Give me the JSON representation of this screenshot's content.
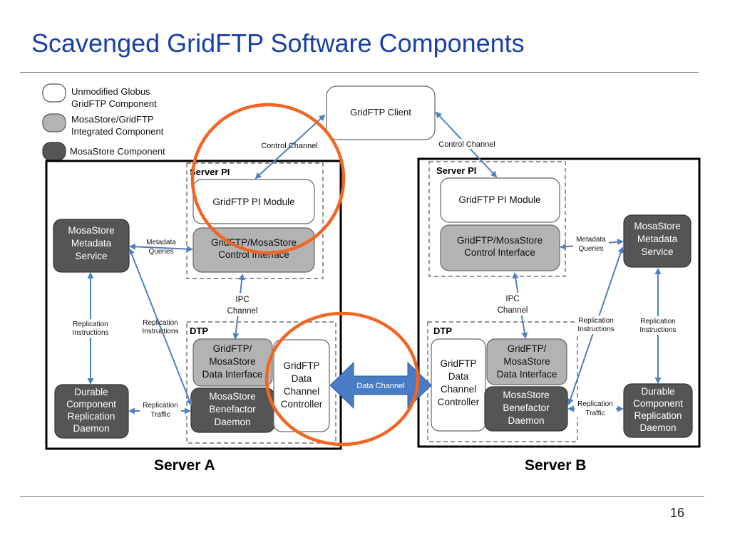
{
  "slide": {
    "title": "Scavenged GridFTP Software Components",
    "page_number": "16",
    "server_a_label": "Server A",
    "server_b_label": "Server B"
  },
  "legend": {
    "unmodified": [
      "Unmodified Globus",
      "GridFTP Component"
    ],
    "integrated": [
      "MosaStore/GridFTP",
      "Integrated Component"
    ],
    "mosastore": "MosaStore Component"
  },
  "client": "GridFTP Client",
  "server_a": {
    "server_pi_label": "Server PI",
    "pi_module": "GridFTP PI Module",
    "control_interface": [
      "GridFTP/MosaStore",
      "Control Interface"
    ],
    "metadata_service": [
      "MosaStore",
      "Metadata",
      "Service"
    ],
    "replication_daemon": [
      "Durable",
      "Component",
      "Replication",
      "Daemon"
    ],
    "dtp_label": "DTP",
    "data_interface": [
      "GridFTP/",
      "MosaStore",
      "Data Interface"
    ],
    "benefactor": [
      "MosaStore",
      "Benefactor",
      "Daemon"
    ],
    "channel_controller": [
      "GridFTP",
      "Data",
      "Channel",
      "Controller"
    ],
    "control_channel": "Control Channel",
    "metadata_queries": [
      "Metadata",
      "Queries"
    ],
    "ipc_channel": [
      "IPC",
      "Channel"
    ],
    "replication_instructions_left": [
      "Replication",
      "Instructions"
    ],
    "replication_instructions_diag": [
      "Replication",
      "Instructions"
    ],
    "replication_traffic": [
      "Replication",
      "Traffic"
    ]
  },
  "server_b": {
    "server_pi_label": "Server PI",
    "pi_module": "GridFTP PI Module",
    "control_interface": [
      "GridFTP/MosaStore",
      "Control Interface"
    ],
    "metadata_service": [
      "MosaStore",
      "Metadata",
      "Service"
    ],
    "replication_daemon": [
      "Durable",
      "Component",
      "Replication",
      "Daemon"
    ],
    "dtp_label": "DTP",
    "data_interface": [
      "GridFTP/",
      "MosaStore",
      "Data Interface"
    ],
    "benefactor": [
      "MosaStore",
      "Benefactor",
      "Daemon"
    ],
    "channel_controller": [
      "GridFTP",
      "Data",
      "Channel",
      "Controller"
    ],
    "control_channel": "Control Channel",
    "metadata_queries": [
      "Metadata",
      "Queries"
    ],
    "ipc_channel": [
      "IPC",
      "Channel"
    ],
    "replication_instructions_diag": [
      "Replication",
      "Instructions"
    ],
    "replication_instructions_right": [
      "Replication",
      "Instructions"
    ],
    "replication_traffic": [
      "Replication",
      "Traffic"
    ]
  },
  "data_channel": "Data Channel",
  "colors": {
    "title": "#1a3fa6",
    "unmodified_fill": "#ffffff",
    "integrated_fill": "#b3b3b3",
    "mosastore_fill": "#555555",
    "arrow": "#4f81bd",
    "data_channel_fill": "#4a7cc6",
    "highlight_circle": "#f26522"
  }
}
